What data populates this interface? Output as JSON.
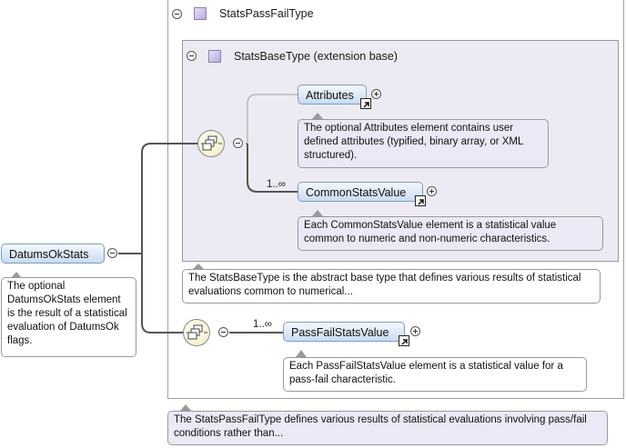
{
  "outer_type": {
    "name": "StatsPassFailType",
    "description": "The StatsPassFailType defines various results of statistical evaluations involving pass/fail conditions rather than..."
  },
  "base_type": {
    "name": "StatsBaseType (extension base)",
    "description": "The StatsBaseType is the abstract base type that defines various results of statistical evaluations common to numerical..."
  },
  "root_element": {
    "name": "DatumsOkStats",
    "description": "The optional DatumsOkStats element is the result of a statistical evaluation of DatumsOk flags."
  },
  "attributes_element": {
    "name": "Attributes",
    "description": "The optional Attributes element contains user defined attributes (typified, binary array, or XML structured)."
  },
  "common_stats_element": {
    "name": "CommonStatsValue",
    "cardinality": "1..∞",
    "description": "Each CommonStatsValue element is a statistical value common to numeric and non-numeric characteristics."
  },
  "pass_fail_element": {
    "name": "PassFailStatsValue",
    "cardinality": "1..∞",
    "description": "Each PassFailStatsValue element is a statistical value for a pass-fail characteristic."
  },
  "colors": {
    "element_fill": "#c9dcf2",
    "element_border": "#7f9db9",
    "type_fill": "#ecebf4",
    "connector": "#555555"
  }
}
